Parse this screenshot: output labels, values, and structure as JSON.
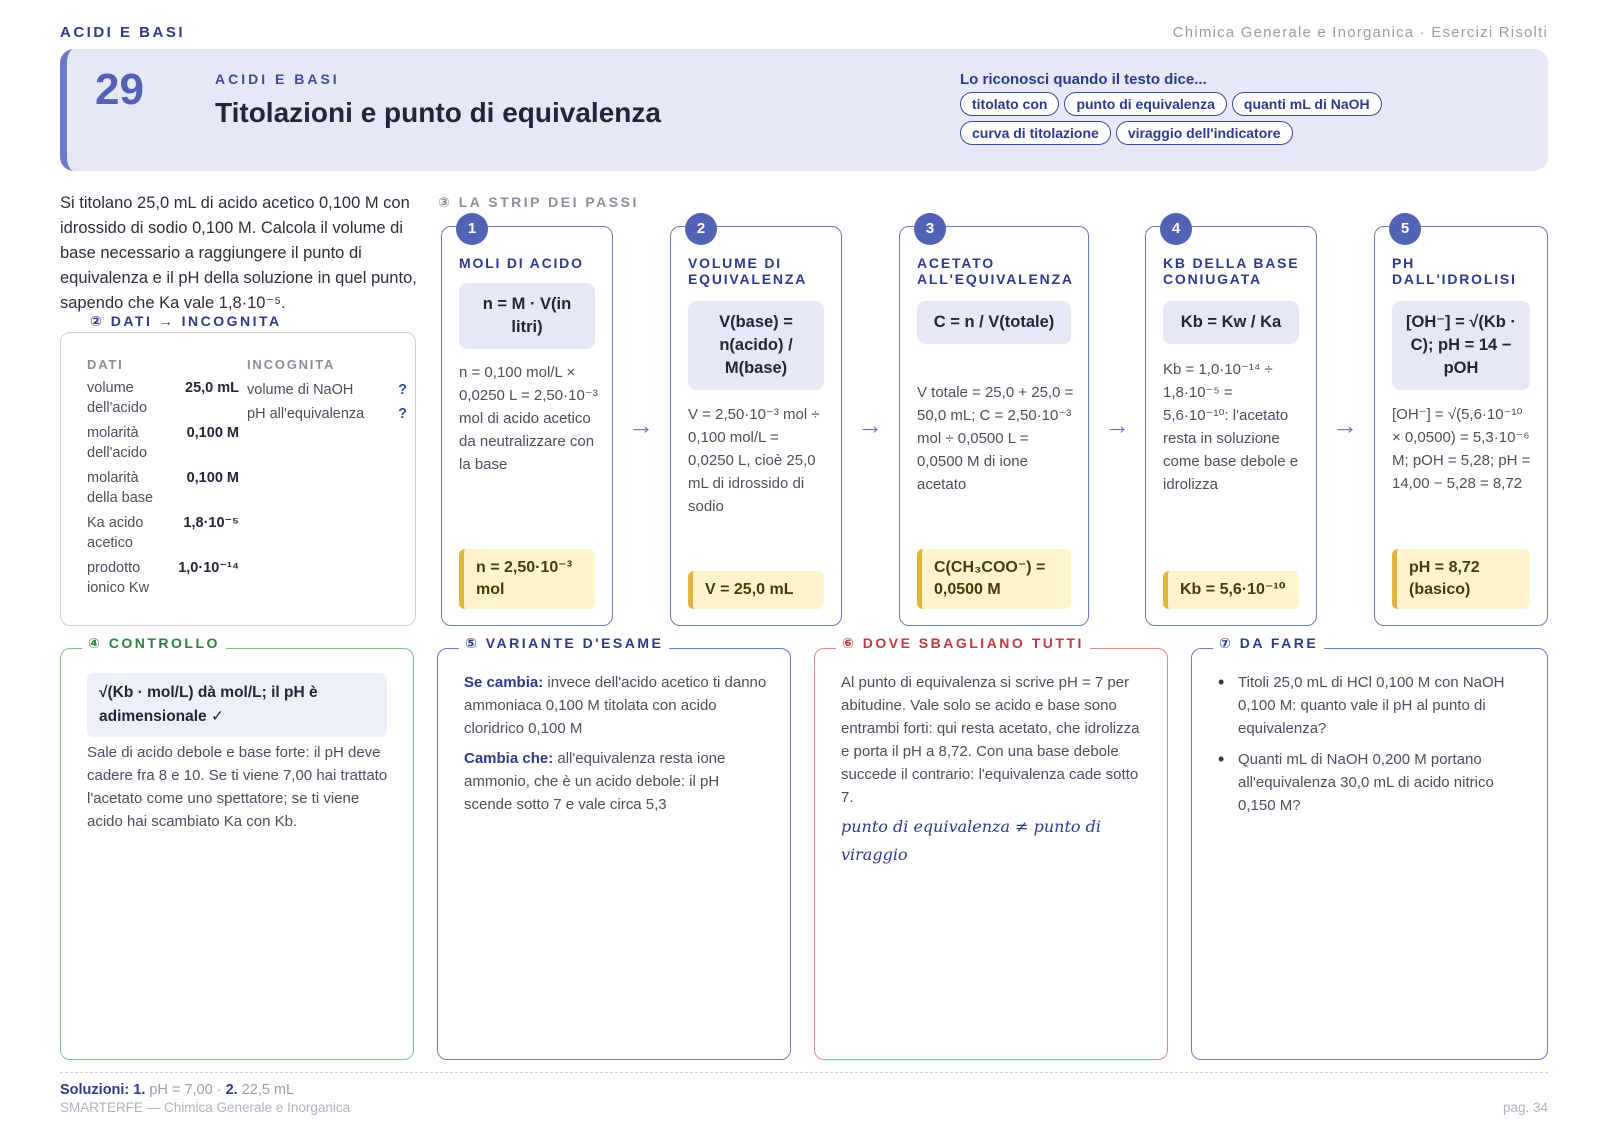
{
  "topbar": {
    "left": "ACIDI E BASI",
    "right": "Chimica Generale e Inorganica · Esercizi Risolti"
  },
  "header": {
    "number": "29",
    "kicker": "ACIDI E BASI",
    "title": "Titolazioni e punto di equivalenza",
    "recognize_title": "Lo riconosci quando il testo dice...",
    "pills": [
      "titolato con",
      "punto di equivalenza",
      "quanti mL di NaOH",
      "curva di titolazione",
      "viraggio dell'indicatore"
    ]
  },
  "problem": "Si titolano 25,0 mL di acido acetico 0,100 M con idrossido di sodio 0,100 M. Calcola il volume di base necessario a raggiungere il punto di equivalenza e il pH della soluzione in quel punto, sapendo che Ka vale 1,8·10⁻⁵.",
  "dati": {
    "section": "② DATI → INCOGNITA",
    "dati_head": "DATI",
    "incognita_head": "INCOGNITA",
    "rows": [
      {
        "label": "volume dell'acido",
        "value": "25,0 mL"
      },
      {
        "label": "molarità dell'acido",
        "value": "0,100 M"
      },
      {
        "label": "molarità della base",
        "value": "0,100 M"
      },
      {
        "label": "Ka acido acetico",
        "value": "1,8·10⁻⁵"
      },
      {
        "label": "prodotto ionico Kw",
        "value": "1,0·10⁻¹⁴"
      }
    ],
    "unknowns": [
      {
        "label": "volume di NaOH",
        "mark": "?"
      },
      {
        "label": "pH all'equivalenza",
        "mark": "?"
      }
    ]
  },
  "strip_label": "③ LA STRIP DEI PASSI",
  "steps": [
    {
      "n": "1",
      "head": "MOLI DI ACIDO",
      "formula": "n = M · V(in litri)",
      "desc": "n = 0,100 mol/L × 0,0250 L = 2,50·10⁻³ mol di acido acetico da neutralizzare con la base",
      "result": "n = 2,50·10⁻³ mol"
    },
    {
      "n": "2",
      "head": "VOLUME DI EQUIVALENZA",
      "formula": "V(base) = n(acido) / M(base)",
      "desc": "V = 2,50·10⁻³ mol ÷ 0,100 mol/L = 0,0250 L, cioè 25,0 mL di idrossido di sodio",
      "result": "V = 25,0 mL"
    },
    {
      "n": "3",
      "head": "ACETATO ALL'EQUIVALENZA",
      "formula": "C = n / V(totale)",
      "desc": "V totale = 25,0 + 25,0 = 50,0 mL; C = 2,50·10⁻³ mol ÷ 0,0500 L = 0,0500 M di ione acetato",
      "result": "C(CH₃COO⁻) = 0,0500 M"
    },
    {
      "n": "4",
      "head": "KB DELLA BASE CONIUGATA",
      "formula": "Kb = Kw / Ka",
      "desc": "Kb = 1,0·10⁻¹⁴ ÷ 1,8·10⁻⁵ = 5,6·10⁻¹⁰: l'acetato resta in soluzione come base debole e idrolizza",
      "result": "Kb = 5,6·10⁻¹⁰"
    },
    {
      "n": "5",
      "head": "PH DALL'IDROLISI",
      "formula": "[OH⁻] = √(Kb · C); pH = 14 − pOH",
      "desc": "[OH⁻] = √(5,6·10⁻¹⁰ × 0,0500) = 5,3·10⁻⁶ M; pOH = 5,28; pH = 14,00 − 5,28 = 8,72",
      "result": "pH = 8,72 (basico)"
    }
  ],
  "arrow": "→",
  "controllo": {
    "section": "④ CONTROLLO",
    "check": "√(Kb · mol/L) dà mol/L; il pH è adimensionale ✓",
    "text": "Sale di acido debole e base forte: il pH deve cadere fra 8 e 10. Se ti viene 7,00 hai trattato l'acetato come uno spettatore; se ti viene acido hai scambiato Ka con Kb."
  },
  "variante": {
    "section": "⑤ VARIANTE D'ESAME",
    "label1": "Se cambia:",
    "text1": "invece dell'acido acetico ti danno ammoniaca 0,100 M titolata con acido cloridrico 0,100 M",
    "label2": "Cambia che:",
    "text2": "all'equivalenza resta ione ammonio, che è un acido debole: il pH scende sotto 7 e vale circa 5,3"
  },
  "errori": {
    "section": "⑥ DOVE SBAGLIANO TUTTI",
    "text": "Al punto di equivalenza si scrive pH = 7 per abitudine. Vale solo se acido e base sono entrambi forti: qui resta acetato, che idrolizza e porta il pH a 8,72. Con una base debole succede il contrario: l'equivalenza cade sotto 7.",
    "note": "punto di equivalenza ≠ punto di viraggio"
  },
  "todo": {
    "section": "⑦ DA FARE",
    "items": [
      "Titoli 25,0 mL di HCl 0,100 M con NaOH 0,100 M: quanto vale il pH al punto di equivalenza?",
      "Quanti mL di NaOH 0,200 M portano all'equivalenza 30,0 mL di acido nitrico 0,150 M?"
    ]
  },
  "footer": {
    "sol_label": "Soluzioni:",
    "sol1_n": "1.",
    "sol1": "pH = 7,00 ·",
    "sol2_n": "2.",
    "sol2": "22,5 mL",
    "brand": "SMARTERFE — Chimica Generale e Inorganica",
    "page": "pag. 34"
  },
  "colors": {
    "accent": "#5262b4",
    "navy": "#2d3a8c",
    "green": "#2e7d44",
    "red": "#c0393f",
    "result_bg": "#fff4cc"
  }
}
